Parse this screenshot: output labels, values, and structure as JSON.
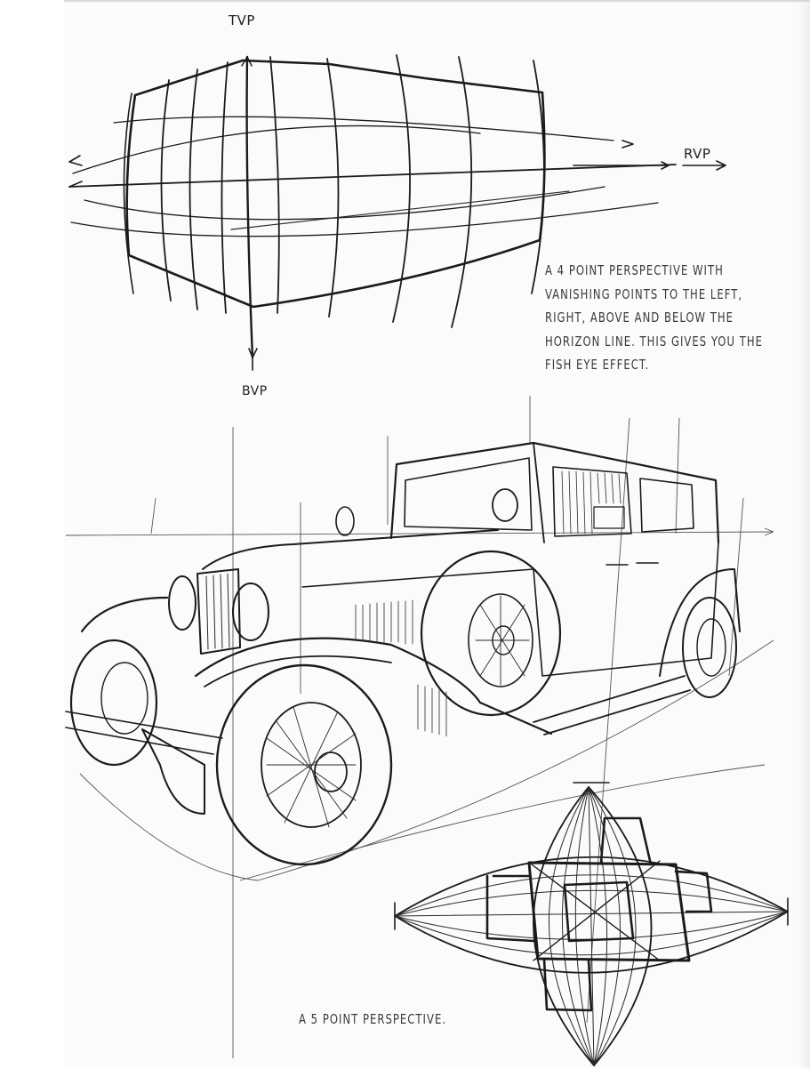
{
  "page": {
    "background": "#fbfbf9",
    "ink_color": "#1b1b1b"
  },
  "four_point_sketch": {
    "labels": {
      "top_vanishing_point": "TVP",
      "right_vanishing_point": "RVP",
      "bottom_vanishing_point": "BVP"
    },
    "caption_lines": [
      "A 4 POINT PERSPECTIVE WITH",
      "VANISHING POINTS TO THE LEFT,",
      "RIGHT, ABOVE AND BELOW THE",
      "HORIZON LINE. THIS GIVES YOU THE",
      "FISH EYE EFFECT."
    ]
  },
  "car_sketch": {
    "subject": "vintage-sedan-pen-drawing"
  },
  "five_point_sketch": {
    "caption": "A 5 POINT PERSPECTIVE."
  }
}
